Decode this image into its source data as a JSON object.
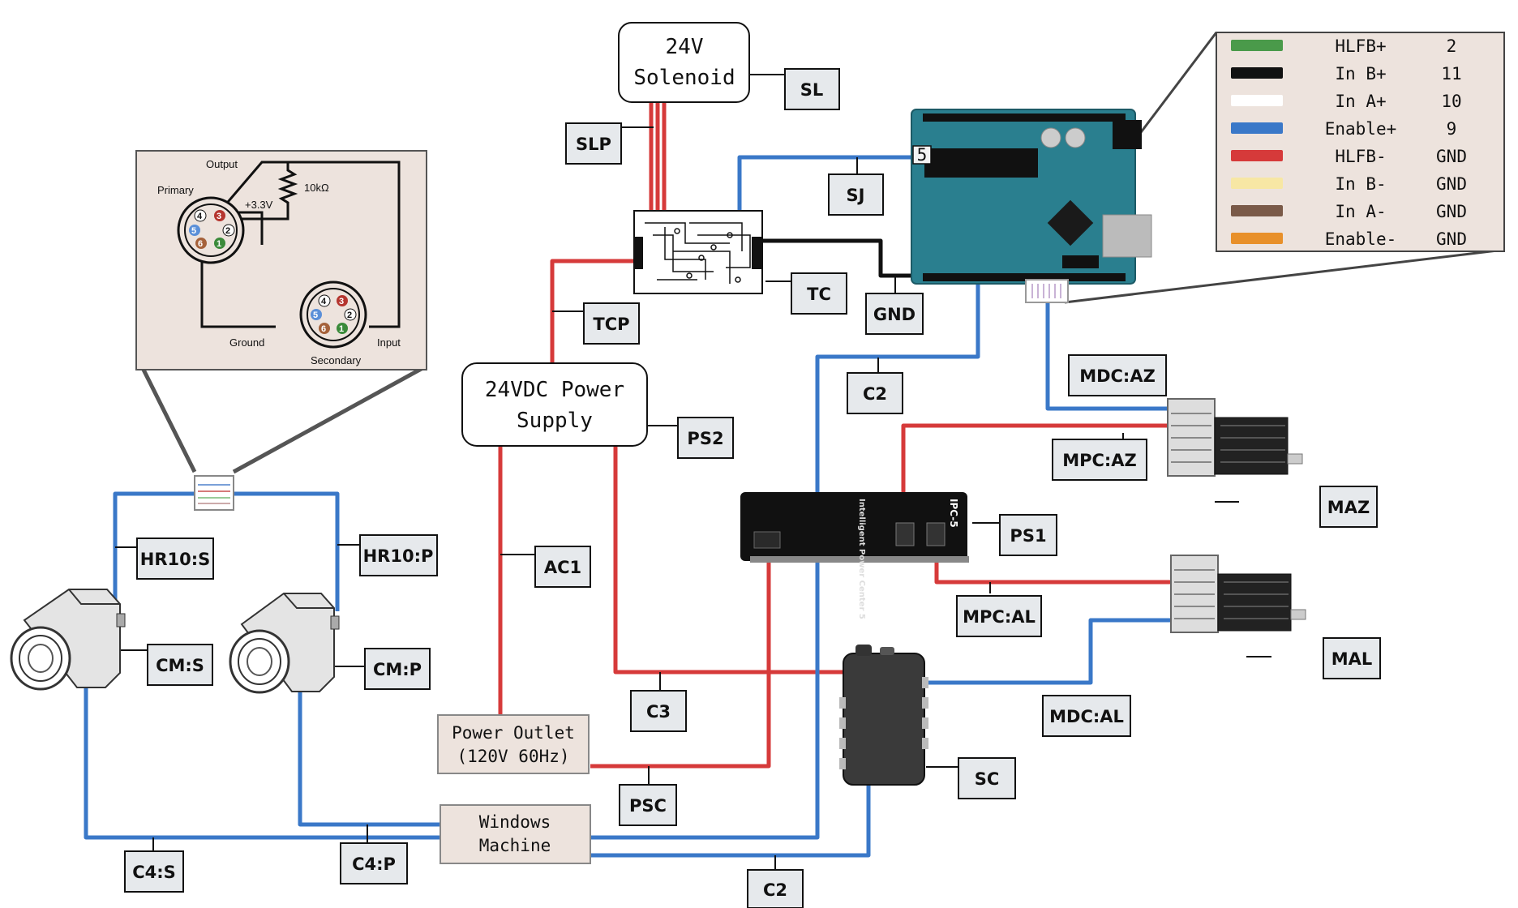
{
  "colors": {
    "wire_red": "#d63a3a",
    "wire_blue": "#3a78c8",
    "wire_black": "#111111",
    "label_fill": "#e6e9ec",
    "panel_fill": "#ede3dd",
    "arduino": "#2a7f8f"
  },
  "components": {
    "solenoid": [
      "24V",
      "Solenoid"
    ],
    "power_supply": [
      "24VDC Power",
      "Supply"
    ],
    "power_outlet": [
      "Power Outlet",
      "(120V 60Hz)"
    ],
    "windows_machine": [
      "Windows",
      "Machine"
    ],
    "arduino_pin": "5",
    "ipc_text": "Intelligent Power Center 5",
    "ipc_brand": "IPC-5"
  },
  "labels": {
    "sl": "SL",
    "slp": "SLP",
    "sj": "SJ",
    "tc": "TC",
    "tcp": "TCP",
    "gnd": "GND",
    "c2_top": "C2",
    "ps2": "PS2",
    "ps1": "PS1",
    "ac1": "AC1",
    "c3": "C3",
    "psc": "PSC",
    "sc": "SC",
    "c2_bottom": "C2",
    "mdc_az": "MDC:AZ",
    "mpc_az": "MPC:AZ",
    "maz": "MAZ",
    "mpc_al": "MPC:AL",
    "mal": "MAL",
    "mdc_al": "MDC:AL",
    "hr10_s": "HR10:S",
    "hr10_p": "HR10:P",
    "cm_s": "CM:S",
    "cm_p": "CM:P",
    "c4_s": "C4:S",
    "c4_p": "C4:P"
  },
  "pinout_legend": [
    {
      "color": "#4a9a4a",
      "signal": "HLFB+",
      "pin": "2"
    },
    {
      "color": "#111111",
      "signal": "In B+",
      "pin": "11"
    },
    {
      "color": "#ffffff",
      "signal": "In A+",
      "pin": "10"
    },
    {
      "color": "#3a78c8",
      "signal": "Enable+",
      "pin": "9"
    },
    {
      "color": "#d63a3a",
      "signal": "HLFB-",
      "pin": "GND"
    },
    {
      "color": "#f7e7a4",
      "signal": "In B-",
      "pin": "GND"
    },
    {
      "color": "#7a5a48",
      "signal": "In A-",
      "pin": "GND"
    },
    {
      "color": "#e8902a",
      "signal": "Enable-",
      "pin": "GND"
    }
  ],
  "hr10_diagram": {
    "output": "Output",
    "primary": "Primary",
    "resistor": "10kΩ",
    "voltage": "+3.3V",
    "ground": "Ground",
    "input": "Input",
    "secondary": "Secondary",
    "pins": [
      "1",
      "2",
      "3",
      "4",
      "5",
      "6"
    ]
  }
}
